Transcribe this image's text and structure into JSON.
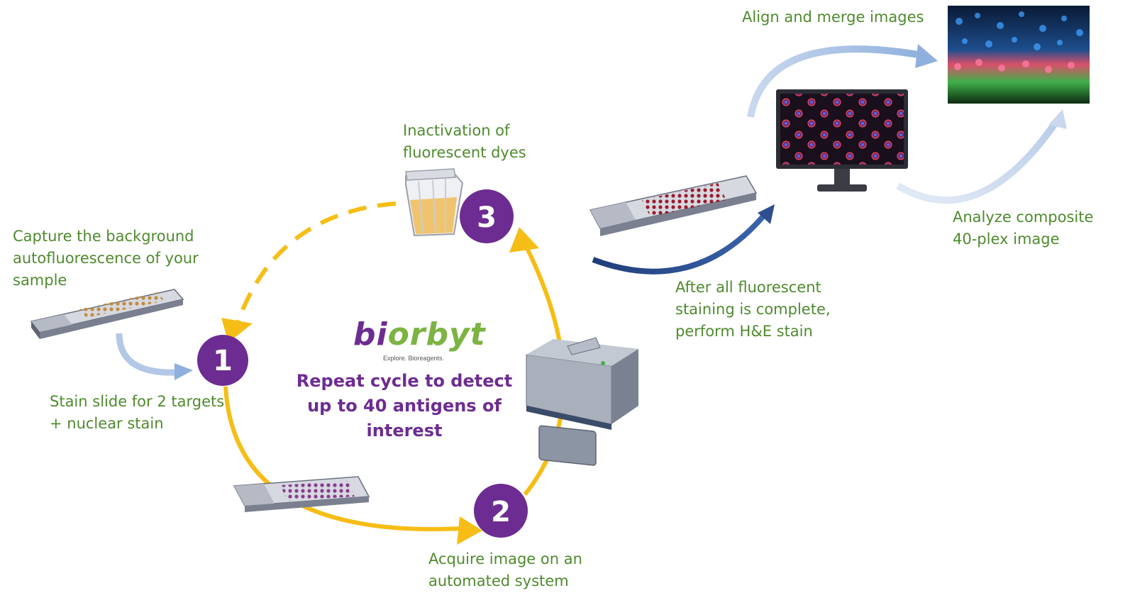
{
  "labels": {
    "capture": "Capture the background\nautofluorescence of your\nsample",
    "stain": "Stain slide for 2 targets\n+ nuclear stain",
    "acquire": "Acquire image on an\nautomated system",
    "inactivation": "Inactivation of\nfluorescent dyes",
    "after": "After all fluorescent\nstaining is complete,\nperform H&E stain",
    "align": "Align and merge images",
    "analyze": "Analyze composite\n40-plex image"
  },
  "steps": [
    "1",
    "2",
    "3"
  ],
  "center": {
    "text": "Repeat cycle to detect\nup to 40 antigens of\ninterest"
  },
  "logo": {
    "part1": "bi",
    "part2": "orbyt",
    "tagline": "Explore. Bioreagents."
  },
  "colors": {
    "label_green": "#4f8a2e",
    "cycle_yellow": "#f6bd16",
    "step_purple": "#6d2c91",
    "arrow_blue": "#9db8e0",
    "arrow_dark_blue": "#2e4f8f"
  },
  "icons": {
    "slide": "microscope-slide-icon",
    "scanner": "automated-scanner-icon",
    "jar": "staining-jar-icon",
    "monitor": "computer-monitor-icon",
    "micrograph": "fluorescent-micrograph-image"
  }
}
